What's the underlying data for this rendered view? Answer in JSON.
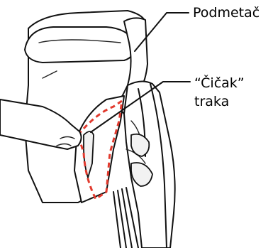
{
  "labels": {
    "podmetac": "Podmetač",
    "cicak_line1": "“Čičak”",
    "cicak_line2": "traka"
  },
  "colors": {
    "line": "#111111",
    "velcro_dash": "#e23a2e",
    "background": "#ffffff"
  }
}
